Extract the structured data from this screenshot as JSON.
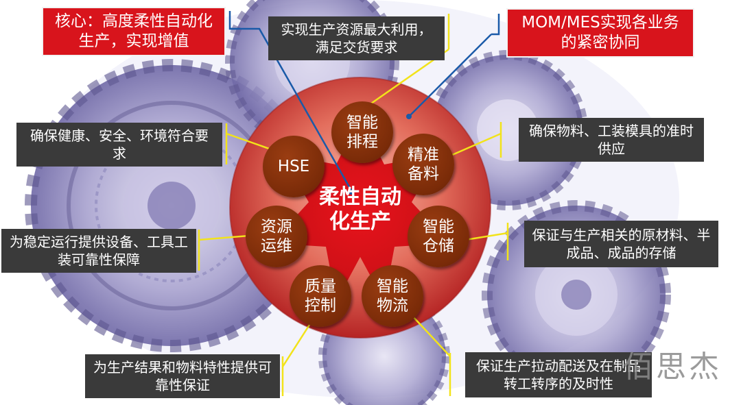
{
  "center": {
    "label": "柔性自动化生产"
  },
  "nodes": [
    {
      "id": "scheduling",
      "label": "智能排程"
    },
    {
      "id": "material_prep",
      "label": "精准备料"
    },
    {
      "id": "storage",
      "label": "智能仓储"
    },
    {
      "id": "logistics",
      "label": "智能物流"
    },
    {
      "id": "quality",
      "label": "质量控制"
    },
    {
      "id": "resource_ops",
      "label": "资源运维"
    },
    {
      "id": "hse",
      "label": "HSE"
    }
  ],
  "top_left_red": "核心：高度柔性自动化生产，实现增值",
  "top_right_red": "MOM/MES实现各业务的紧密协同",
  "captions": {
    "scheduling": "实现生产资源最大利用，满足交货要求",
    "material_prep": "确保物料、工装模具的准时供应",
    "storage": "保证与生产相关的原材料、半成品、成品的存储",
    "logistics": "保证生产拉动配送及在制品转工转序的及时性",
    "quality": "为生产结果和物料特性提供可靠性保证",
    "resource_ops": "为稳定运行提供设备、工具工装可靠性保障",
    "hse": "确保健康、安全、环境符合要求"
  },
  "watermark": "佰思杰",
  "colors": {
    "red": "#d8141c",
    "dark_box": "#3a3a3a",
    "node": "#7a2b08",
    "yellow": "#f2e31a",
    "blue": "#1a5aa8"
  }
}
